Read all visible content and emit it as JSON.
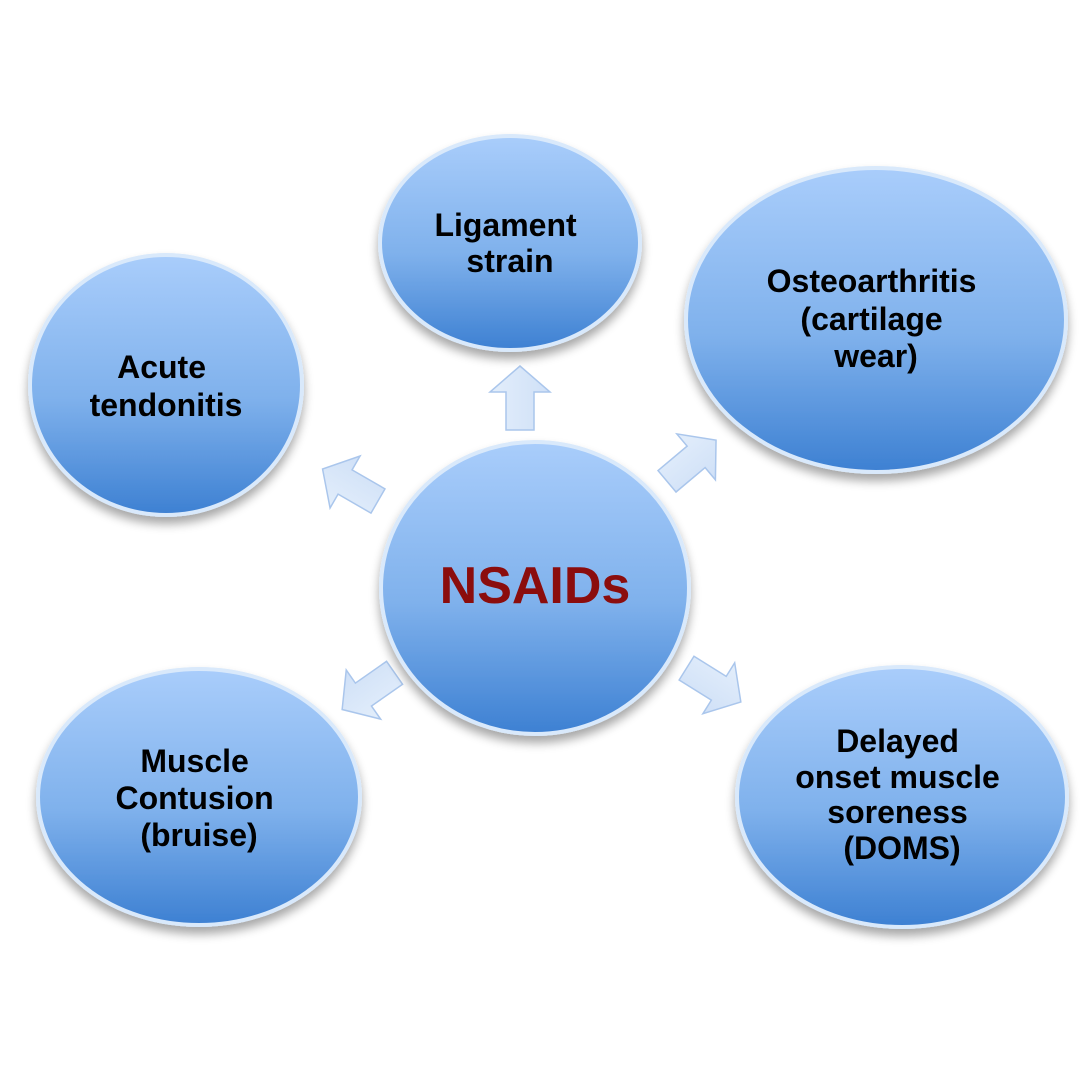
{
  "diagram": {
    "center": {
      "label": "NSAIDs",
      "text_color": "#8b0a0a"
    },
    "nodes": [
      {
        "id": "ligament",
        "lines": [
          "Ligament",
          "strain"
        ]
      },
      {
        "id": "osteoarthritis",
        "lines": [
          "Osteoarthritis",
          "(cartilage",
          "wear)"
        ]
      },
      {
        "id": "tendonitis",
        "lines": [
          "Acute",
          "tendonitis"
        ]
      },
      {
        "id": "contusion",
        "lines": [
          "Muscle",
          "Contusion",
          "(bruise)"
        ]
      },
      {
        "id": "doms",
        "lines": [
          "Delayed",
          "onset muscle",
          "soreness",
          "(DOMS)"
        ]
      }
    ],
    "colors": {
      "node_top": "#a9cdfb",
      "node_bottom": "#3d80d2",
      "node_edge": "#d9e9fb",
      "arrow_fill": "#cfe0f7",
      "arrow_edge": "#aac6ec",
      "label_color": "#000000"
    }
  }
}
